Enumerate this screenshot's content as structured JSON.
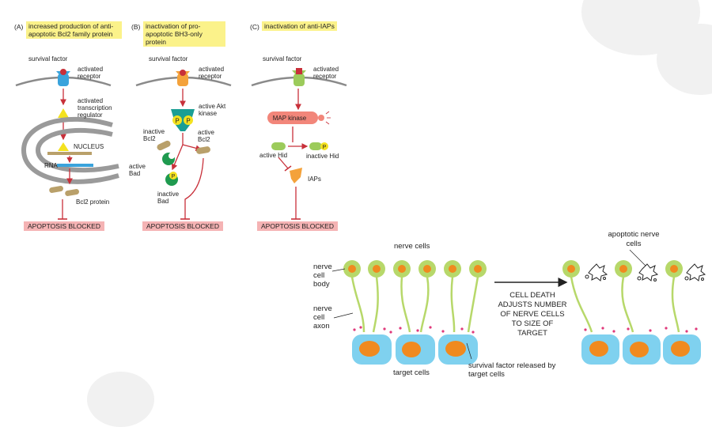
{
  "panels": [
    {
      "letter": "(A)",
      "title": "increased production of anti-apoptotic Bcl2 family protein",
      "labels": {
        "survival_factor": "survival factor",
        "receptor": "activated receptor",
        "transcription": "activated transcription regulator",
        "nucleus": "NUCLEUS",
        "rna": "RNA",
        "bcl2_protein": "Bcl2 protein"
      },
      "blocked": "APOPTOSIS BLOCKED"
    },
    {
      "letter": "(B)",
      "title": "inactivation of pro-apoptotic BH3-only protein",
      "labels": {
        "survival_factor": "survival factor",
        "receptor": "activated receptor",
        "akt": "active Akt kinase",
        "inactive_bcl2": "inactive Bcl2",
        "active_bcl2": "active Bcl2",
        "active_bad": "active Bad",
        "inactive_bad": "inactive Bad",
        "p": "P"
      },
      "blocked": "APOPTOSIS BLOCKED"
    },
    {
      "letter": "(C)",
      "title": "inactivation of anti-IAPs",
      "labels": {
        "survival_factor": "survival factor",
        "receptor": "activated receptor",
        "map_kinase": "MAP kinase",
        "active_hid": "active Hid",
        "inactive_hid": "inactive Hid",
        "iaps": "IAPs",
        "p": "P"
      },
      "blocked": "APOPTOSIS BLOCKED"
    }
  ],
  "nerve": {
    "nerve_cells": "nerve cells",
    "cell_body": "nerve cell body",
    "cell_axon": "nerve cell axon",
    "target_cells": "target cells",
    "survival_factor": "survival factor released by target cells",
    "cell_death": "CELL DEATH ADJUSTS NUMBER OF NERVE CELLS TO SIZE OF TARGET",
    "apoptotic": "apoptotic nerve cells"
  },
  "colors": {
    "highlight": "#fbf28a",
    "blocked": "#f5b3b4",
    "red_line": "#c8303a",
    "receptor_blue": "#3aa3dc",
    "receptor_orange": "#f4a23b",
    "receptor_green": "#9ccb5b",
    "kinase_teal": "#1a9e94",
    "bcl2_tan": "#b9a06a",
    "bad_green": "#1f9a4f",
    "hid_green": "#9ccb5b",
    "iap_orange": "#f4a23b",
    "nerve_green": "#b7d86a",
    "nucleus_orange": "#f08a1f",
    "target_blue": "#7fd1ef"
  }
}
